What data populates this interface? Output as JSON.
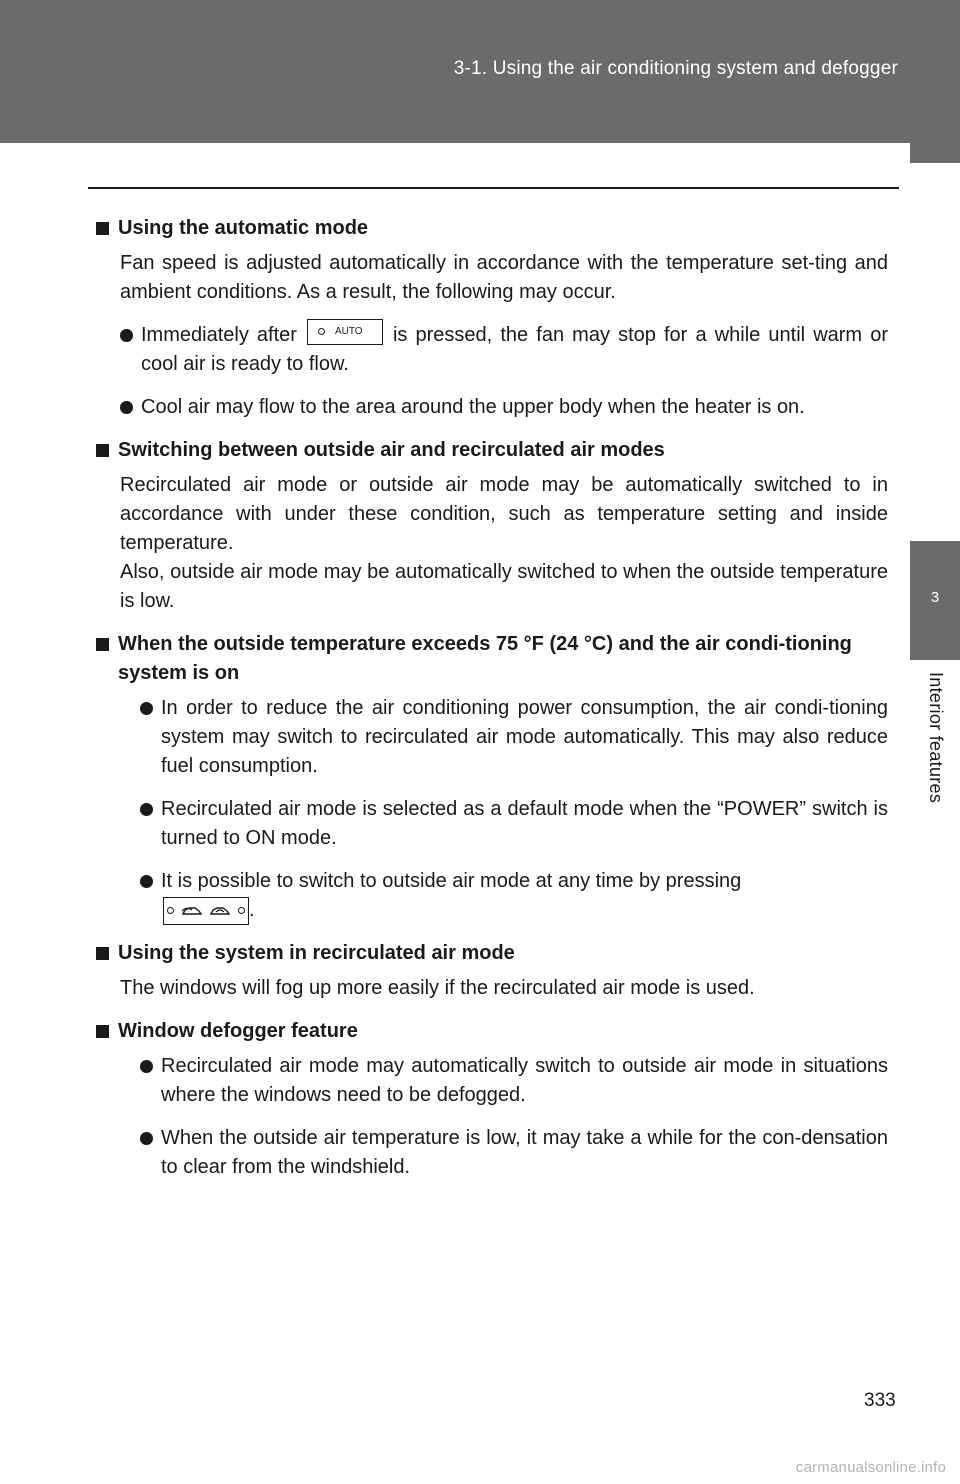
{
  "header": {
    "title": "3-1. Using the air conditioning system and defogger"
  },
  "side_tab": {
    "number": "3",
    "label": "Interior features"
  },
  "sections": [
    {
      "heading": "Using the automatic mode",
      "paragraph": "Fan speed is adjusted automatically in accordance with the temperature set-ting and ambient conditions. As a result, the following may occur.",
      "bullets": [
        {
          "before": "Immediately after",
          "button": "AUTO",
          "after": "is pressed, the fan may stop for a while until warm or cool air is ready to flow."
        },
        {
          "text": "Cool air may flow to the area around the upper body when the heater is on."
        }
      ]
    },
    {
      "heading": "Switching between outside air and recirculated air modes",
      "paragraph1": "Recirculated air mode or outside air mode may be automatically switched to in accordance with under these condition, such as temperature setting and inside temperature.",
      "paragraph2": "Also, outside air mode may be automatically switched to when the outside temperature is low."
    },
    {
      "heading": "When the outside temperature exceeds 75 °F (24 °C) and the air condi-tioning system is on",
      "bullets": [
        {
          "text": "In order to reduce the air conditioning power consumption, the air condi-tioning system may switch to recirculated air mode automatically. This may also reduce fuel consumption."
        },
        {
          "text": "Recirculated air mode is selected as a default mode when the “POWER” switch is turned to ON mode."
        },
        {
          "text": "It is possible to switch to outside air mode at any time by pressing",
          "after": "."
        }
      ]
    },
    {
      "heading": "Using the system in recirculated air mode",
      "paragraph": "The windows will fog up more easily if the recirculated air mode is used."
    },
    {
      "heading": "Window defogger feature",
      "bullets": [
        {
          "text": "Recirculated air mode may automatically switch to outside air mode in situations where the windows need to be defogged."
        },
        {
          "text": "When the outside air temperature is low, it may take a while for the con-densation to clear from the windshield."
        }
      ]
    }
  ],
  "page_number": "333",
  "footer": {
    "watermark": "carmanualsonline.info"
  },
  "colors": {
    "header_bg": "#6b6b6b",
    "text": "#1a1a1a",
    "watermark": "#b3b3b3"
  },
  "icons": {
    "auto_button": "auto-button-icon",
    "recirculation_button": "air-recirculation-button-icon"
  }
}
